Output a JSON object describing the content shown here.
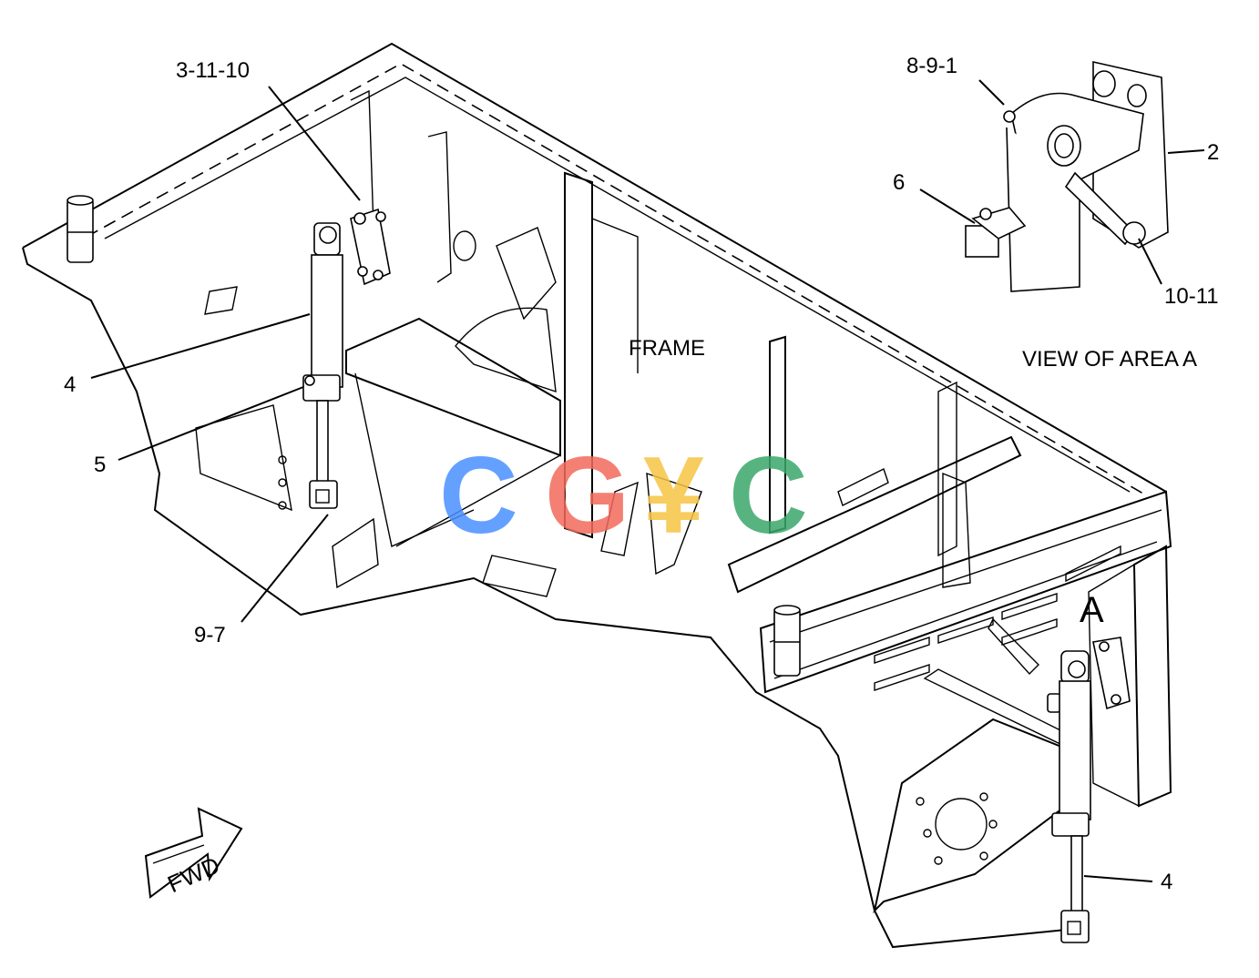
{
  "callouts": {
    "c_3_11_10": "3-11-10",
    "c_4_left": "4",
    "c_5": "5",
    "c_9_7": "9-7",
    "c_8_9_1": "8-9-1",
    "c_2": "2",
    "c_6": "6",
    "c_10_11": "10-11",
    "c_4_right": "4"
  },
  "labels": {
    "frame": "FRAME",
    "view_of_area": "VIEW OF AREA A",
    "area_marker": "A",
    "fwd": "FWD"
  },
  "watermark": {
    "letters": [
      "C",
      "G",
      "¥",
      "C"
    ],
    "colors": [
      "#4a90ff",
      "#f26b5b",
      "#f5c542",
      "#3aa86b"
    ]
  }
}
